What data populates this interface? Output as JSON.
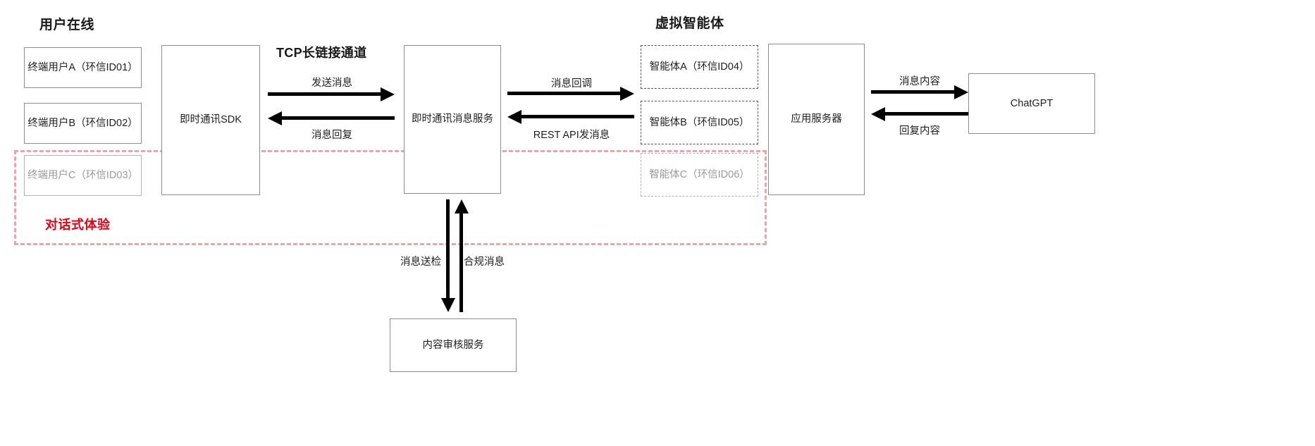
{
  "diagram": {
    "title_left": "用户在线",
    "title_agents": "虚拟智能体",
    "channel_title": "TCP长链接通道",
    "zone_label": "对话式体验",
    "zone_color": "#e60012",
    "zone_border_color": "#f4a0ab"
  },
  "users": [
    {
      "label": "终端用户A（环信ID01）",
      "state": "active"
    },
    {
      "label": "终端用户B（环信ID02）",
      "state": "active"
    },
    {
      "label": "终端用户C（环信ID03）",
      "state": "muted"
    }
  ],
  "agents": [
    {
      "label": "智能体A（环信ID04）",
      "state": "active"
    },
    {
      "label": "智能体B（环信ID05）",
      "state": "active"
    },
    {
      "label": "智能体C（环信ID06）",
      "state": "muted"
    }
  ],
  "services": {
    "sdk": "即时通讯SDK",
    "message_service": "即时通讯消息服务",
    "app_server": "应用服务器",
    "chatgpt": "ChatGPT",
    "moderation": "内容审核服务"
  },
  "flows": {
    "send_message": "发送消息",
    "message_reply": "消息回复",
    "message_callback": "消息回调",
    "rest_api_send": "REST API发消息",
    "message_content": "消息内容",
    "reply_content": "回复内容",
    "message_submit_review": "消息送检",
    "compliant_message": "合规消息"
  }
}
